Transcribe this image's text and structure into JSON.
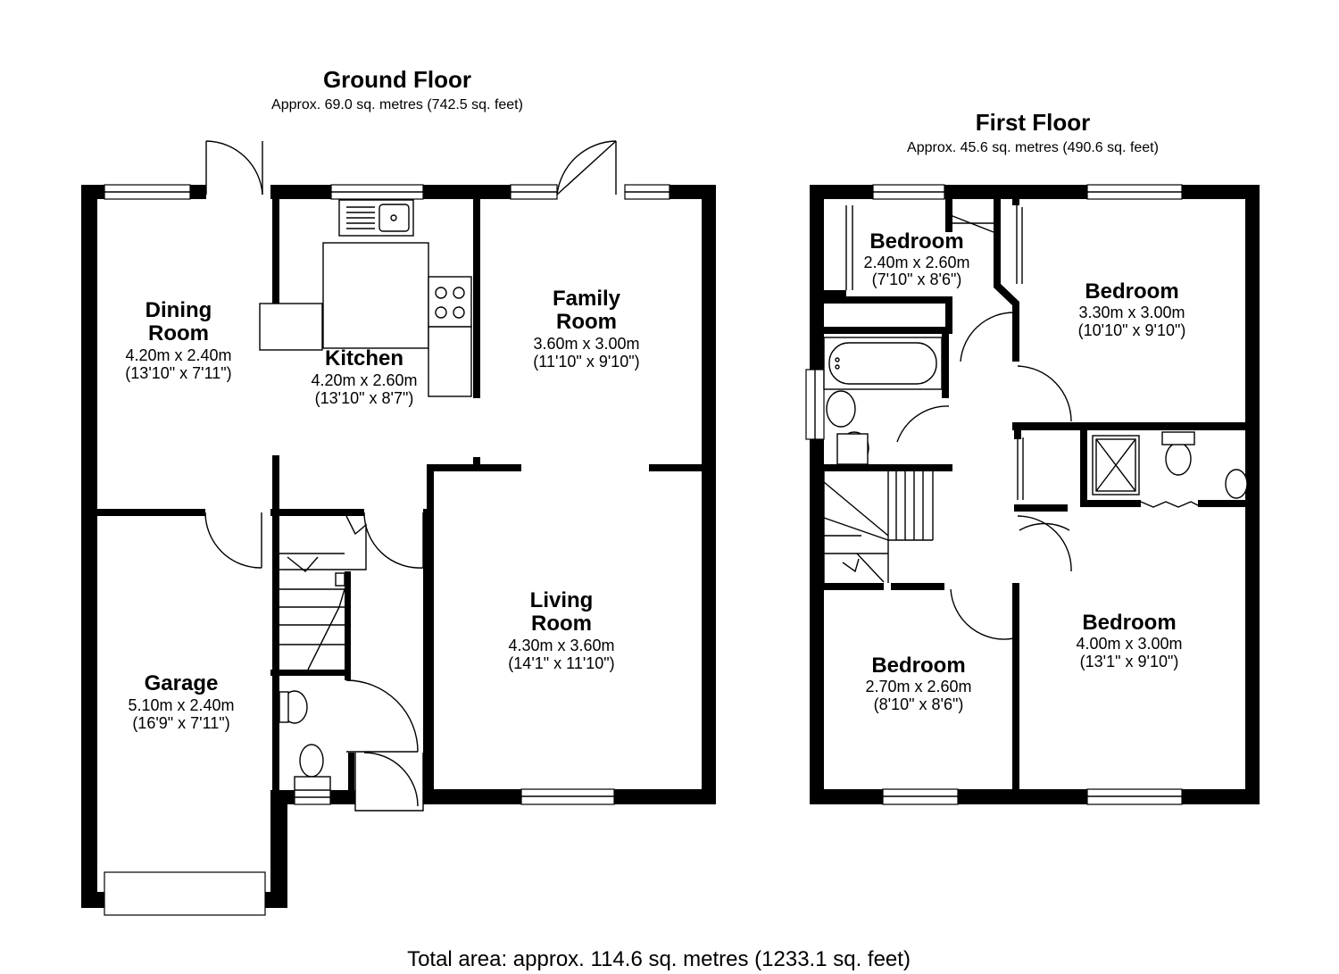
{
  "ground_floor": {
    "title": "Ground Floor",
    "area": "Approx. 69.0 sq. metres (742.5 sq. feet)",
    "rooms": {
      "dining": {
        "name_1": "Dining",
        "name_2": "Room",
        "metric": "4.20m x 2.40m",
        "imperial": "(13'10\" x 7'11\")"
      },
      "kitchen": {
        "name": "Kitchen",
        "metric": "4.20m x 2.60m",
        "imperial": "(13'10\" x 8'7\")"
      },
      "family": {
        "name_1": "Family",
        "name_2": "Room",
        "metric": "3.60m x 3.00m",
        "imperial": "(11'10\" x 9'10\")"
      },
      "living": {
        "name_1": "Living",
        "name_2": "Room",
        "metric": "4.30m x 3.60m",
        "imperial": "(14'1\" x 11'10\")"
      },
      "garage": {
        "name": "Garage",
        "metric": "5.10m x 2.40m",
        "imperial": "(16'9\" x 7'11\")"
      }
    }
  },
  "first_floor": {
    "title": "First Floor",
    "area": "Approx. 45.6 sq. metres (490.6 sq. feet)",
    "rooms": {
      "bedroom_small": {
        "name": "Bedroom",
        "metric": "2.40m x 2.60m",
        "imperial": "(7'10\" x 8'6\")"
      },
      "bedroom_ne": {
        "name": "Bedroom",
        "metric": "3.30m x 3.00m",
        "imperial": "(10'10\" x 9'10\")"
      },
      "bedroom_sw": {
        "name": "Bedroom",
        "metric": "2.70m x 2.60m",
        "imperial": "(8'10\" x 8'6\")"
      },
      "bedroom_se": {
        "name": "Bedroom",
        "metric": "4.00m x 3.00m",
        "imperial": "(13'1\" x 9'10\")"
      }
    }
  },
  "total_area": "Total area: approx. 114.6 sq. metres (1233.1 sq. feet)"
}
